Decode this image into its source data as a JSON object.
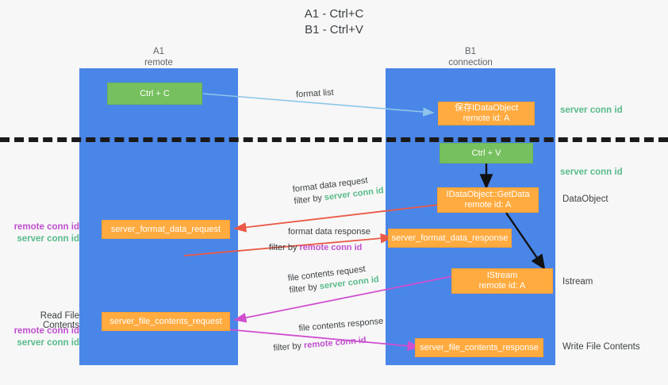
{
  "title": {
    "line1": "A1 - Ctrl+C",
    "line2": "B1 - Ctrl+V"
  },
  "columns": [
    {
      "name": "A1",
      "role": "remote"
    },
    {
      "name": "B1",
      "role": "connection"
    }
  ],
  "nodes": {
    "ctrl_c": {
      "line1": "Ctrl + C",
      "color": "#77c05f"
    },
    "ctrl_v": {
      "line1": "Ctrl + V",
      "color": "#77c05f"
    },
    "save_idataobject": {
      "line1": "保存IDataObject",
      "line2": "remote id: A",
      "color": "#ffab40"
    },
    "getdata": {
      "line1": "IDataObject::GetData",
      "line2": "remote id: A",
      "color": "#ffab40"
    },
    "istream": {
      "line1": "IStream",
      "line2": "remote id: A",
      "color": "#ffab40"
    },
    "server_format_data_request": {
      "line1": "server_format_data_request",
      "color": "#ffab40"
    },
    "server_format_data_response": {
      "line1": "server_format_data_response",
      "color": "#ffab40"
    },
    "server_file_contents_request": {
      "line1": "server_file_contents_request",
      "color": "#ffab40"
    },
    "server_file_contents_response": {
      "line1": "server_file_contents_response",
      "color": "#ffab40"
    }
  },
  "right_labels": {
    "server_conn_id_top": "server conn id",
    "server_conn_id_mid": "server conn id",
    "dataobject": "DataObject",
    "istream": "Istream",
    "write_file_contents": "Write File Contents"
  },
  "left_labels": {
    "format_remote": "remote conn id",
    "format_server": "server conn id",
    "read_file_contents": "Read File Contents",
    "file_remote": "remote conn id",
    "file_server": "server conn id"
  },
  "edges": {
    "format_list": "format list",
    "format_data_request": "format data request",
    "format_data_request_filter_prefix": "filter by ",
    "format_data_request_filter_value": "server conn id",
    "format_data_response": "format data response",
    "format_data_response_filter_prefix": "filter by ",
    "format_data_response_filter_value": "remote conn id",
    "file_contents_request": "file contents request",
    "file_contents_request_filter_prefix": "filter by ",
    "file_contents_request_filter_value": "server conn id",
    "file_contents_response": "file contents response",
    "file_contents_response_filter_prefix": "filter by ",
    "file_contents_response_filter_value": "remote conn id"
  },
  "colors": {
    "lane": "#4a86e8",
    "green_node": "#77c05f",
    "orange_node": "#ffab40",
    "green_text": "#57bb8a",
    "purple_text": "#c050d0",
    "arrow_light_blue": "#8ec5ea",
    "arrow_red": "#ea5a47",
    "arrow_magenta": "#cf4fd0",
    "arrow_black": "#111111",
    "background": "#f7f7f7"
  }
}
